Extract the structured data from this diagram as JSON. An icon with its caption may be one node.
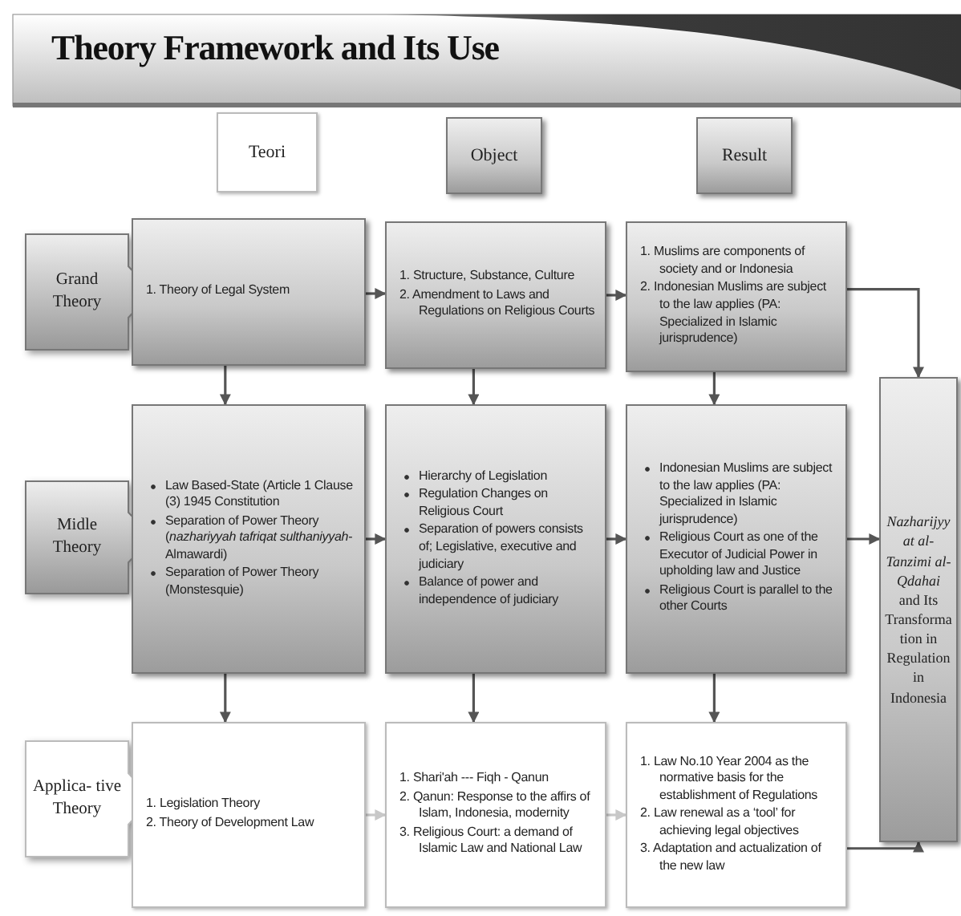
{
  "diagram": {
    "title": "Theory Framework and Its Use",
    "nodes": [
      {
        "text": [
          "Teori"
        ]
      },
      {
        "text": [
          "Object"
        ]
      },
      {
        "text": [
          "Result"
        ]
      },
      {
        "text": [
          "Grand Theory"
        ]
      },
      {
        "text": [
          "1. Theory of Legal System"
        ]
      },
      {
        "text": [
          "1. Structure, Substance, Culture",
          "2. Amendment to Laws and Regulations on Religious Courts"
        ]
      },
      {
        "text": [
          "1. Muslims are components of society and or Indonesia",
          "2. Indonesian Muslims are subject to the law applies (PA: Specialized in Islamic jurisprudence)"
        ]
      },
      {
        "text": [
          "Midle Theory"
        ]
      },
      {
        "text": [
          "Law Based-State (Article 1 Clause (3) 1945 Constitution",
          "Separation of Power Theory (*nazhariyyah tafriqat sulthaniyyah*-Almawardi)",
          "Separation of Power Theory (Monstesquie)"
        ]
      },
      {
        "text": [
          "Hierarchy of Legislation",
          "Regulation Changes on Religious Court",
          "Separation of powers consists of; Legislative, executive and judiciary",
          "Balance of power and independence of judiciary"
        ]
      },
      {
        "text": [
          "Indonesian Muslims are subject to the law applies (PA: Specialized in Islamic jurisprudence)",
          "Religious Court as one of the Executor of Judicial Power in upholding law and Justice",
          "Religious Court is parallel to the other Courts"
        ]
      },
      {
        "text": [
          "Applica- tive Theory"
        ]
      },
      {
        "text": [
          "1. Legislation Theory",
          "2. Theory of Development Law"
        ]
      },
      {
        "text": [
          "1. Shari'ah --- Fiqh - Qanun",
          "2. Qanun: Response to the affirs of Islam, Indonesia, modernity",
          "3. Religious Court: a demand of Islamic Law and National Law"
        ]
      },
      {
        "text": [
          "1. Law No.10 Year 2004 as the normative basis for the establishment of Regulations",
          "2. Law renewal as a ‘tool’ for achieving legal objectives",
          "3. Adaptation and actualization of the new law"
        ]
      },
      {
        "text": [
          "*Nazharijyyat al-Tanzimi al-Qdahai* and Its Transformation in Regulation in Indonesia"
        ]
      }
    ],
    "edges": [
      {
        "from": 4,
        "to": 5,
        "arrow": "to"
      },
      {
        "from": 5,
        "to": 6,
        "arrow": "to"
      },
      {
        "from": 6,
        "to": 15,
        "arrow": "to"
      },
      {
        "from": 4,
        "to": 8,
        "arrow": "to"
      },
      {
        "from": 5,
        "to": 9,
        "arrow": "to"
      },
      {
        "from": 6,
        "to": 10,
        "arrow": "to"
      },
      {
        "from": 8,
        "to": 9,
        "arrow": "to"
      },
      {
        "from": 9,
        "to": 10,
        "arrow": "to"
      },
      {
        "from": 10,
        "to": 15,
        "arrow": "to"
      },
      {
        "from": 8,
        "to": 12,
        "arrow": "to"
      },
      {
        "from": 9,
        "to": 13,
        "arrow": "to"
      },
      {
        "from": 10,
        "to": 14,
        "arrow": "to"
      },
      {
        "from": 12,
        "to": 13,
        "arrow": "to",
        "color": "#c8c8c8"
      },
      {
        "from": 13,
        "to": 14,
        "arrow": "to",
        "color": "#c8c8c8"
      },
      {
        "from": 14,
        "to": 15,
        "arrow": "to"
      }
    ]
  }
}
